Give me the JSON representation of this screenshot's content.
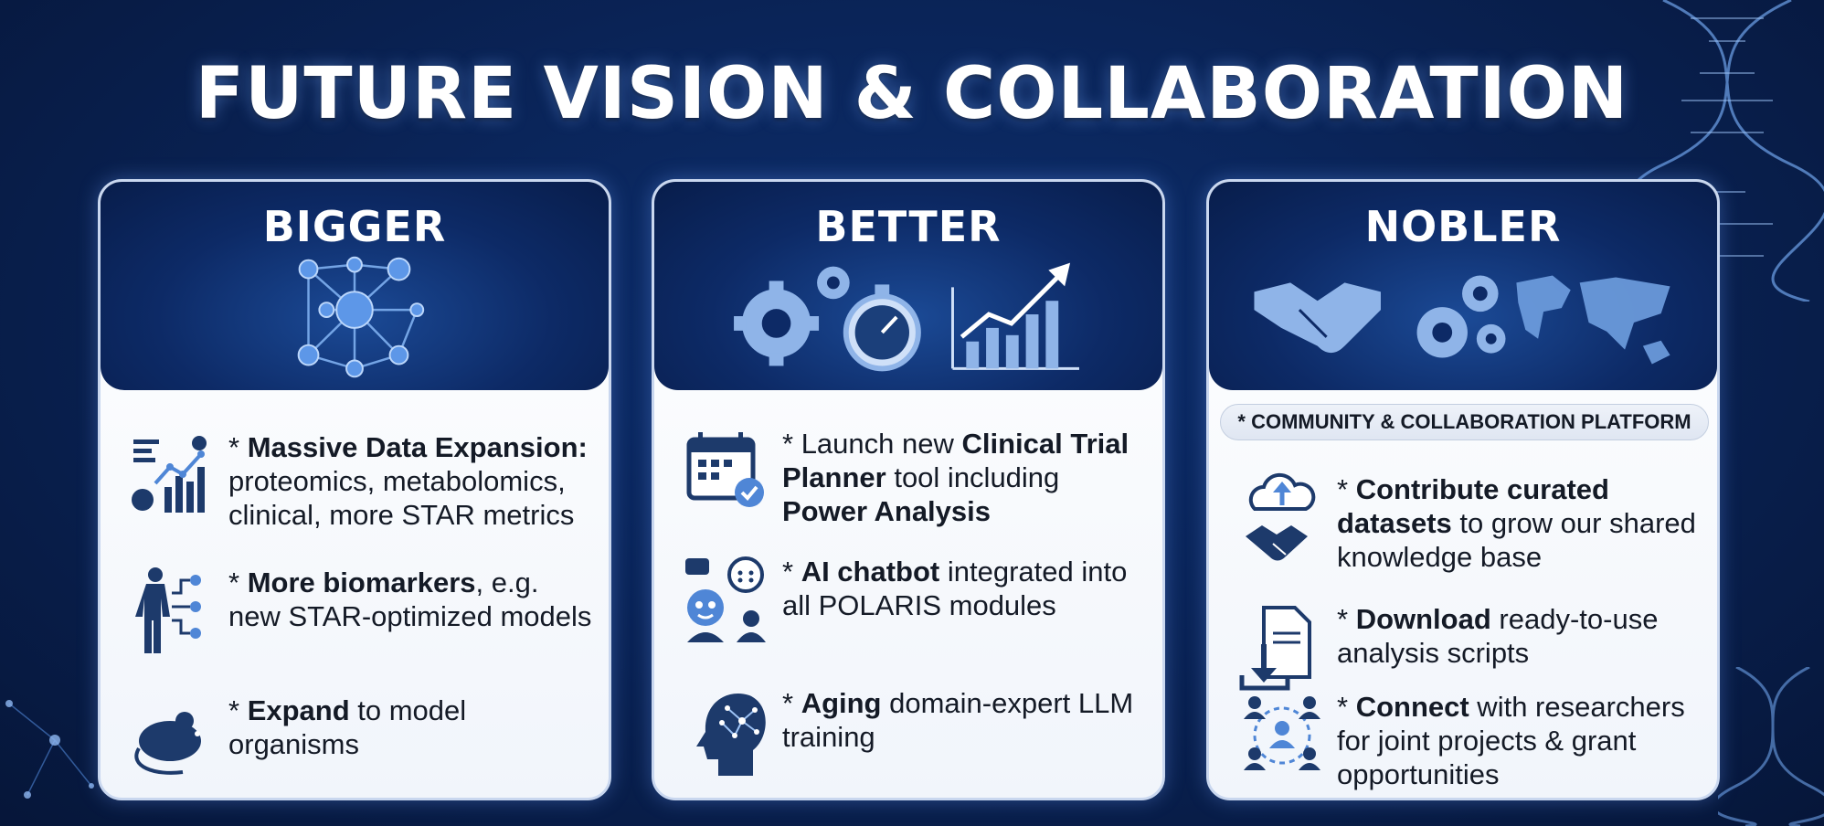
{
  "title": "FUTURE VISION & COLLABORATION",
  "colors": {
    "background": "#0a2458",
    "card_header": "#0d2a66",
    "accent": "#5b8fd6",
    "icon_dark": "#1d3a6b"
  },
  "cards": [
    {
      "title": "BIGGER",
      "header_icons": [
        "network-nodes-icon"
      ],
      "items": [
        {
          "icon": "data-charts-icon",
          "bold": "Massive Data Expansion:",
          "rest": " proteomics, metabolomics, clinical, more STAR metrics"
        },
        {
          "icon": "human-biomarker-icon",
          "bold": "More biomarkers",
          "rest": ", e.g. new STAR-optimized models"
        },
        {
          "icon": "mouse-icon",
          "bold": "Expand",
          "rest": " to model organisms"
        }
      ]
    },
    {
      "title": "BETTER",
      "header_icons": [
        "gears-icon",
        "stopwatch-icon",
        "growth-chart-icon"
      ],
      "items": [
        {
          "icon": "calendar-check-icon",
          "pre": "Launch new ",
          "bold": "Clinical Trial Planner",
          "mid": " tool including ",
          "bold2": "Power Analysis"
        },
        {
          "icon": "chatbot-icon",
          "bold": "AI chatbot",
          "rest": " integrated into all POLARIS modules"
        },
        {
          "icon": "brain-head-icon",
          "bold": "Aging",
          "rest": " domain-expert LLM training"
        }
      ]
    },
    {
      "title": "NOBLER",
      "header_icons": [
        "handshake-icon",
        "gears-icon",
        "world-map-icon"
      ],
      "pill": "* COMMUNITY & COLLABORATION PLATFORM",
      "items": [
        {
          "icon": "cloud-handshake-icon",
          "bold": "Contribute curated datasets",
          "rest": " to grow our shared knowledge base"
        },
        {
          "icon": "download-document-icon",
          "bold": "Download",
          "rest": " ready-to-use analysis scripts"
        },
        {
          "icon": "researchers-network-icon",
          "bold": "Connect",
          "rest": " with researchers for joint projects & grant opportunities"
        }
      ]
    }
  ]
}
